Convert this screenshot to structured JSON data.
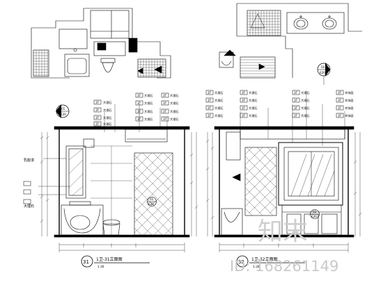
{
  "left_view": {
    "marker_top": "01",
    "marker_bottom": "E20",
    "callout_marker_top": "01",
    "callout_marker_bottom": "E20",
    "side_label_1": "乳胶漆",
    "side_label_2": "大理石",
    "caption_number": "31",
    "caption_title": "1卫-31立面图",
    "caption_scale": "1:30",
    "tags_col1": [
      "3T",
      "3T",
      "3T",
      "3T"
    ],
    "tags_col2": [
      "3T",
      "3T",
      "3T",
      "3T"
    ],
    "tags_col3": [
      "3T",
      "3T",
      "3T",
      "3T"
    ],
    "notes_col1": [
      "大理石",
      "大理石",
      "大理石",
      "大理石"
    ],
    "notes_col2": [
      "大理石",
      "大理石",
      "大理石",
      "大理石"
    ],
    "notes_col3": [
      "大理石",
      "大理石",
      "大理石",
      "大理石"
    ]
  },
  "right_view": {
    "marker_top": "02",
    "marker_bottom": "E20",
    "callout_marker_top": "02",
    "callout_marker_bottom": "E20",
    "caption_number": "32",
    "caption_title": "1卫-32立面图",
    "caption_scale": "1:30",
    "tags_col1": [
      "3T",
      "3T",
      "3T",
      "3T"
    ],
    "tags_col2": [
      "3T",
      "3T",
      "3T",
      "3T"
    ],
    "tags_col3": [
      "3T",
      "3T",
      "3T",
      "3T"
    ],
    "tags_col4": [
      "3T",
      "3T",
      "3T",
      "3T"
    ],
    "notes_col1": [
      "大理石",
      "大理石",
      "大理石",
      "大理石"
    ],
    "notes_col2": [
      "大理石",
      "大理石",
      "大理石",
      "大理石"
    ],
    "notes_col3": [
      "大理石",
      "大理石",
      "大理石",
      "大理石"
    ],
    "notes_col4": [
      "木饰面",
      "木饰面",
      "木饰面",
      "木饰面"
    ]
  },
  "watermark": {
    "brand_cn": "知末",
    "id_text": "ID: 168261149"
  },
  "colors": {
    "line": "#000000",
    "watermark": "#c9c9c9"
  }
}
